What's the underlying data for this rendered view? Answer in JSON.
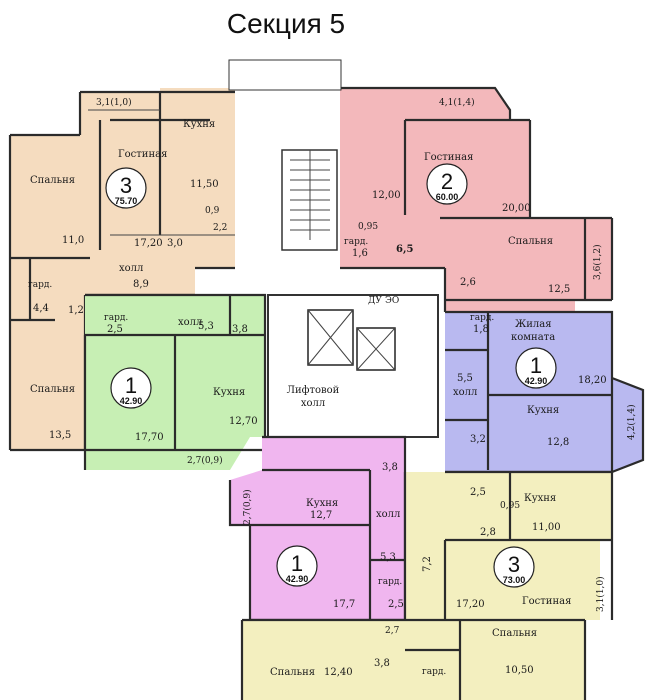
{
  "title": "Секция 5",
  "colors": {
    "apt_left_3": "#f5dcbf",
    "apt_top_2": "#f3b8bb",
    "apt_mid_1_green": "#c7efb4",
    "apt_right_1_blue": "#b9b9f0",
    "apt_bottom_1_pink": "#f0b6ef",
    "apt_bottom_3_yellow": "#f3efbf"
  },
  "badges": {
    "a3_left": {
      "rooms": "3",
      "area": "75.70"
    },
    "a2_top": {
      "rooms": "2",
      "area": "60.00"
    },
    "a1_green": {
      "rooms": "1",
      "area": "42.90"
    },
    "a1_blue": {
      "rooms": "1",
      "area": "42.90"
    },
    "a1_pink": {
      "rooms": "1",
      "area": "42.90"
    },
    "a3_bottom": {
      "rooms": "3",
      "area": "73.00"
    }
  },
  "labels": {
    "left": {
      "balcony": "3,1(1,0)",
      "kitchen": "Кухня",
      "living": "Гостиная",
      "bedroom1": "Спальня",
      "kitchen_area": "11,50",
      "bath1": "0,9",
      "bath2": "2,2",
      "a11": "11,0",
      "a1720": "17,20",
      "a30": "3,0",
      "hall": "холл",
      "a89": "8,9",
      "gard": "гард.",
      "a44": "4,4",
      "a12": "1,2",
      "bedroom2": "Спальня",
      "a135": "13,5"
    },
    "top": {
      "balcony": "4,1(1,4)",
      "living": "Гостиная",
      "a1200": "12,00",
      "a2000": "20,00",
      "a095": "0,95",
      "gard": "гард.",
      "a16": "1,6",
      "a65": "6,5",
      "bedroom": "Спальня",
      "a26": "2,6",
      "a125": "12,5",
      "side_balcony": "3,6(1,2)"
    },
    "green": {
      "gard": "гард.",
      "a25": "2,5",
      "hall": "холл",
      "a53": "5,3",
      "a38": "3,8",
      "kitchen": "Кухня",
      "a1270": "12,70",
      "a1770": "17,70",
      "balcony": "2,7(0,9)"
    },
    "core": {
      "lift_hall_1": "Лифтовой",
      "lift_hall_2": "холл",
      "du": "ДУ",
      "cor": "ЭО"
    },
    "blue": {
      "gard": "гард.",
      "a18": "1,8",
      "living1": "Жилая",
      "living2": "комната",
      "a1820": "18,20",
      "a55": "5,5",
      "hall": "холл",
      "kitchen": "Кухня",
      "a32": "3,2",
      "a128": "12,8",
      "side_balcony": "4,2(1,4)"
    },
    "pink": {
      "a38": "3,8",
      "balcony": "2,7(0,9)",
      "kitchen": "Кухня",
      "a127": "12,7",
      "hall": "холл",
      "a53": "5,3",
      "a177": "17,7",
      "gard": "гард.",
      "a25": "2,5"
    },
    "yellow": {
      "a25": "2,5",
      "a095": "0,95",
      "kitchen": "Кухня",
      "a1100": "11,00",
      "a28": "2,8",
      "a72": "7,2",
      "a1720": "17,20",
      "living": "Гостиная",
      "side_balcony": "3,1(1,0)",
      "a27": "2,7",
      "bedroom1": "Спальня",
      "a1050": "10,50",
      "bedroom2": "Спальня",
      "a1240": "12,40",
      "a38": "3,8",
      "gard": "гард."
    }
  }
}
